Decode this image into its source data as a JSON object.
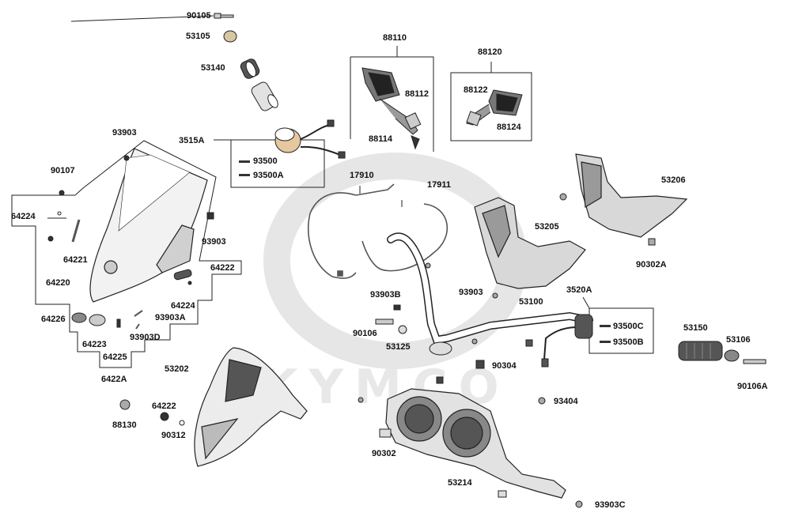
{
  "diagram": {
    "watermark_brand": "KYMCO",
    "parts": {
      "p90105": "90105",
      "p53105": "53105",
      "p53140": "53140",
      "p88110": "88110",
      "p88112": "88112",
      "p88114": "88114",
      "p88120": "88120",
      "p88122": "88122",
      "p88124": "88124",
      "p93903_top": "93903",
      "p3515A": "3515A",
      "p93500": "93500",
      "p93500A": "93500A",
      "p90107": "90107",
      "p17910": "17910",
      "p17911": "17911",
      "p53206": "53206",
      "p64224_left": "64224",
      "p93903_mid": "93903",
      "p64221": "64221",
      "p53205": "53205",
      "p90302A": "90302A",
      "p64222_box": "64222",
      "p64220": "64220",
      "p93903B": "93903B",
      "p93903_right": "93903",
      "p53100": "53100",
      "p3520A": "3520A",
      "p64224_lower": "64224",
      "p64226": "64226",
      "p93903A": "93903A",
      "p90106": "90106",
      "p93500C": "93500C",
      "p64223": "64223",
      "p93903D": "93903D",
      "p53150": "53150",
      "p53106": "53106",
      "p53125": "53125",
      "p93500B": "93500B",
      "p64225": "64225",
      "p90304": "90304",
      "p90106A": "90106A",
      "p6422A": "6422A",
      "p53202": "53202",
      "p93404": "93404",
      "p64222_low": "64222",
      "p88130": "88130",
      "p90312": "90312",
      "p90302": "90302",
      "p53214": "53214",
      "p93903C": "93903C"
    }
  }
}
